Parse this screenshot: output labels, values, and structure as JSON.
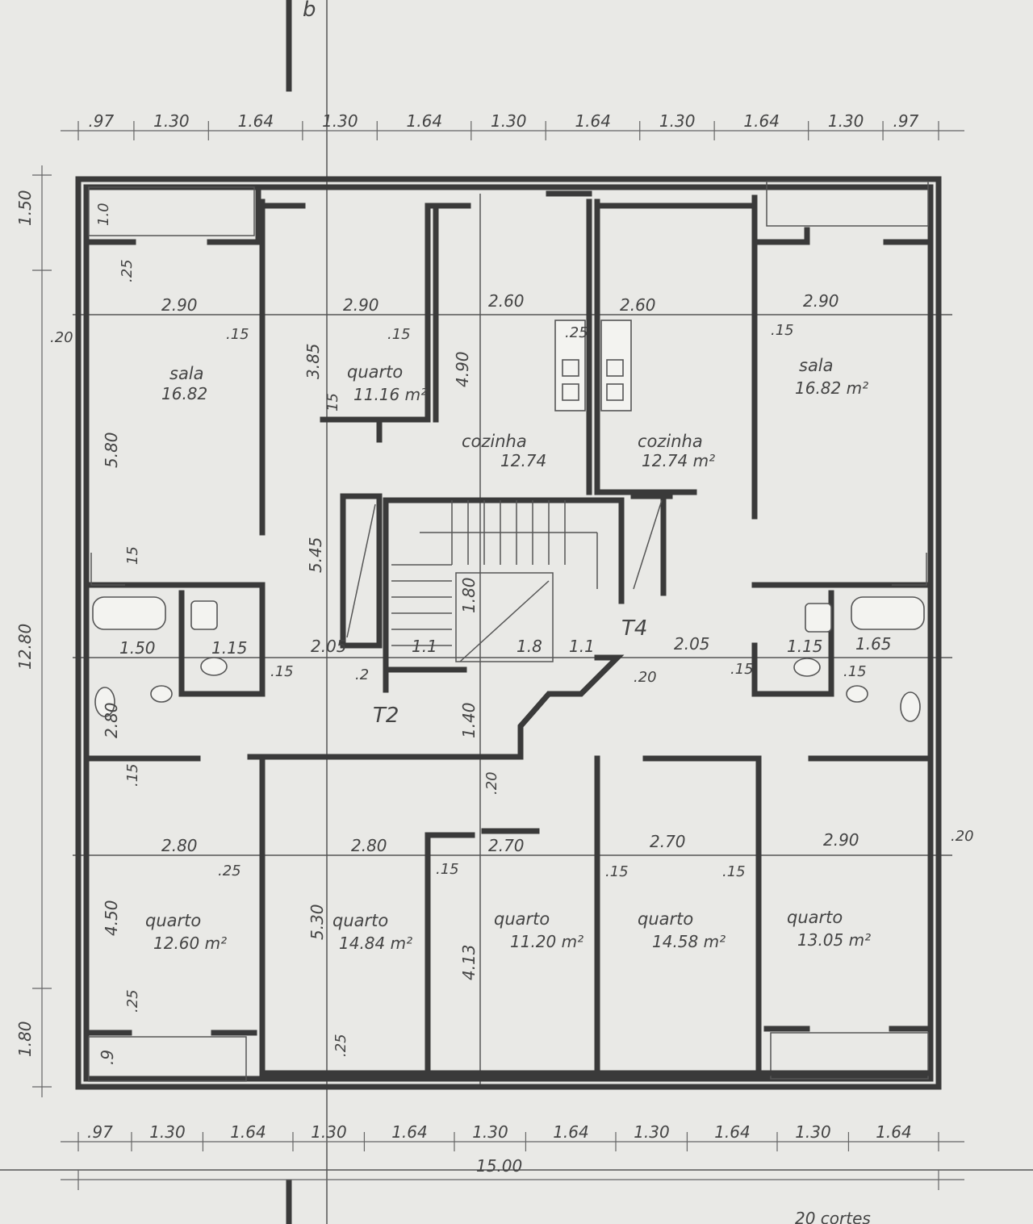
{
  "section_marker": "b",
  "top_dimensions": [
    ".97",
    "1.30",
    "1.64",
    "1.30",
    "1.64",
    "1.30",
    "1.64",
    "1.30",
    "1.64",
    "1.30",
    ".97"
  ],
  "bottom_dimensions": [
    ".97",
    "1.30",
    "1.64",
    "1.30",
    "1.64",
    "1.30",
    "1.64",
    "1.30",
    "1.64",
    "1.30",
    "1.64"
  ],
  "overall_width": "15.00",
  "left_dimensions": {
    "top": "1.50",
    "middle": "12.80",
    "bottom": "1.80"
  },
  "rooms": {
    "sala_left": {
      "name": "sala",
      "area": "16.82"
    },
    "quarto_top": {
      "name": "quarto",
      "area": "11.16 m²"
    },
    "cozinha_left": {
      "name": "cozinha",
      "area": "12.74"
    },
    "cozinha_right": {
      "name": "cozinha",
      "area": "12.74 m²"
    },
    "sala_right": {
      "name": "sala",
      "area": "16.82 m²"
    },
    "quarto_b1": {
      "name": "quarto",
      "area": "12.60 m²"
    },
    "quarto_b2": {
      "name": "quarto",
      "area": "14.84 m²"
    },
    "quarto_b3": {
      "name": "quarto",
      "area": "11.20 m²"
    },
    "quarto_b4": {
      "name": "quarto",
      "area": "14.58 m²"
    },
    "quarto_b5": {
      "name": "quarto",
      "area": "13.05 m²"
    }
  },
  "stair_labels": {
    "t2": "T2",
    "t4": "T4"
  },
  "row_upper": [
    "2.90",
    "2.90",
    "2.60",
    "2.60",
    "2.90"
  ],
  "row_middle": [
    "1.50",
    "1.15",
    "2.05",
    "1.1",
    "1.8",
    "1.1",
    "2.05",
    "1.15",
    "1.65"
  ],
  "row_lower": [
    "2.80",
    "2.80",
    "2.70",
    "2.70",
    "2.90"
  ],
  "wall_notes": {
    "w1": ".20",
    "w2": ".15",
    "w3": ".15",
    "w4": ".25",
    "w5": ".15",
    "w6": ".20",
    "w7": ".15",
    "w8": ".15",
    "w9": ".15",
    "w10": ".2",
    "w11": ".20",
    "w12": ".15",
    "w13": ".25",
    "w14": ".15",
    "w15": ".15",
    "w16": ".20",
    "w17": ".15",
    "w18": ".25",
    "w19": ".25",
    "w20": ".20",
    "w21": ".25",
    "w22": "15",
    "w23": "15",
    "w24": "1.0"
  },
  "vertical_notes": {
    "v1": "5.80",
    "v2": "3.85",
    "v3": "4.90",
    "v4": "5.45",
    "v5": "1.80",
    "v6": "1.40",
    "v7": "2.80",
    "v8": "4.50",
    "v9": "5.30",
    "v10": "4.13",
    "v11": ".9"
  },
  "footer_note": "20 cortes"
}
